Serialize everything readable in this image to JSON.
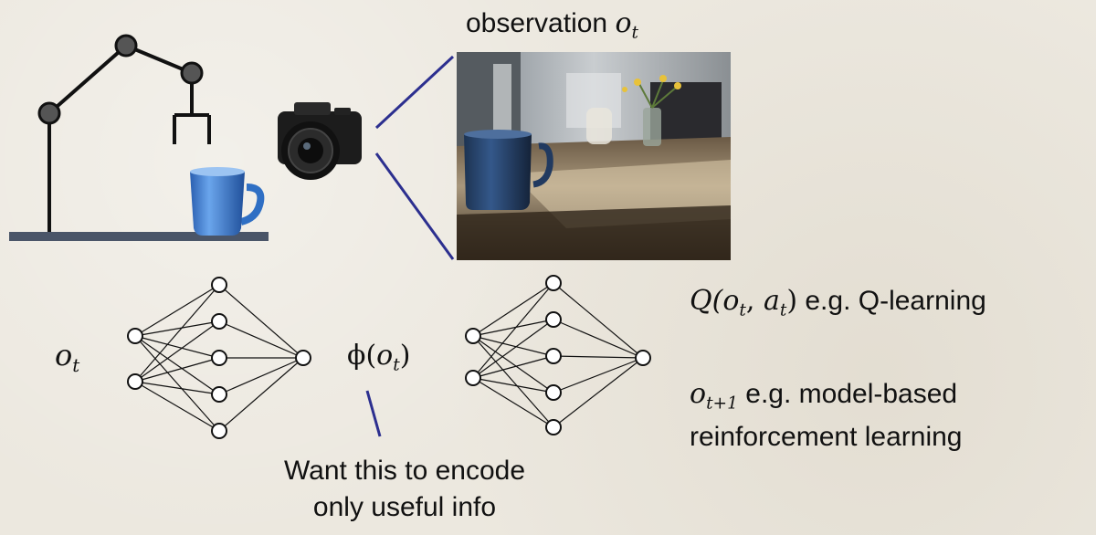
{
  "observation_title": {
    "text": "observation",
    "var": "o",
    "sub": "t"
  },
  "input_label": {
    "var": "o",
    "sub": "t"
  },
  "feature_label": {
    "func": "ϕ(",
    "var": "o",
    "sub": "t",
    "close": ")"
  },
  "q_label": {
    "pre": "Q(",
    "var1": "o",
    "sub1": "t",
    "mid": ", ",
    "var2": "a",
    "sub2": "t",
    "close": ")",
    "text": " e.g. Q-learning"
  },
  "next_obs": {
    "var": "o",
    "sub": "t+1",
    "line1": " e.g. model-based",
    "line2": "reinforcement learning"
  },
  "annotation": {
    "line1": "Want this to encode",
    "line2": "only useful info"
  },
  "colors": {
    "accent_line": "#2c2f8f",
    "table": "#4a5568",
    "robot": "#111111",
    "joint": "#555555",
    "mug": "#2f6fc4"
  }
}
